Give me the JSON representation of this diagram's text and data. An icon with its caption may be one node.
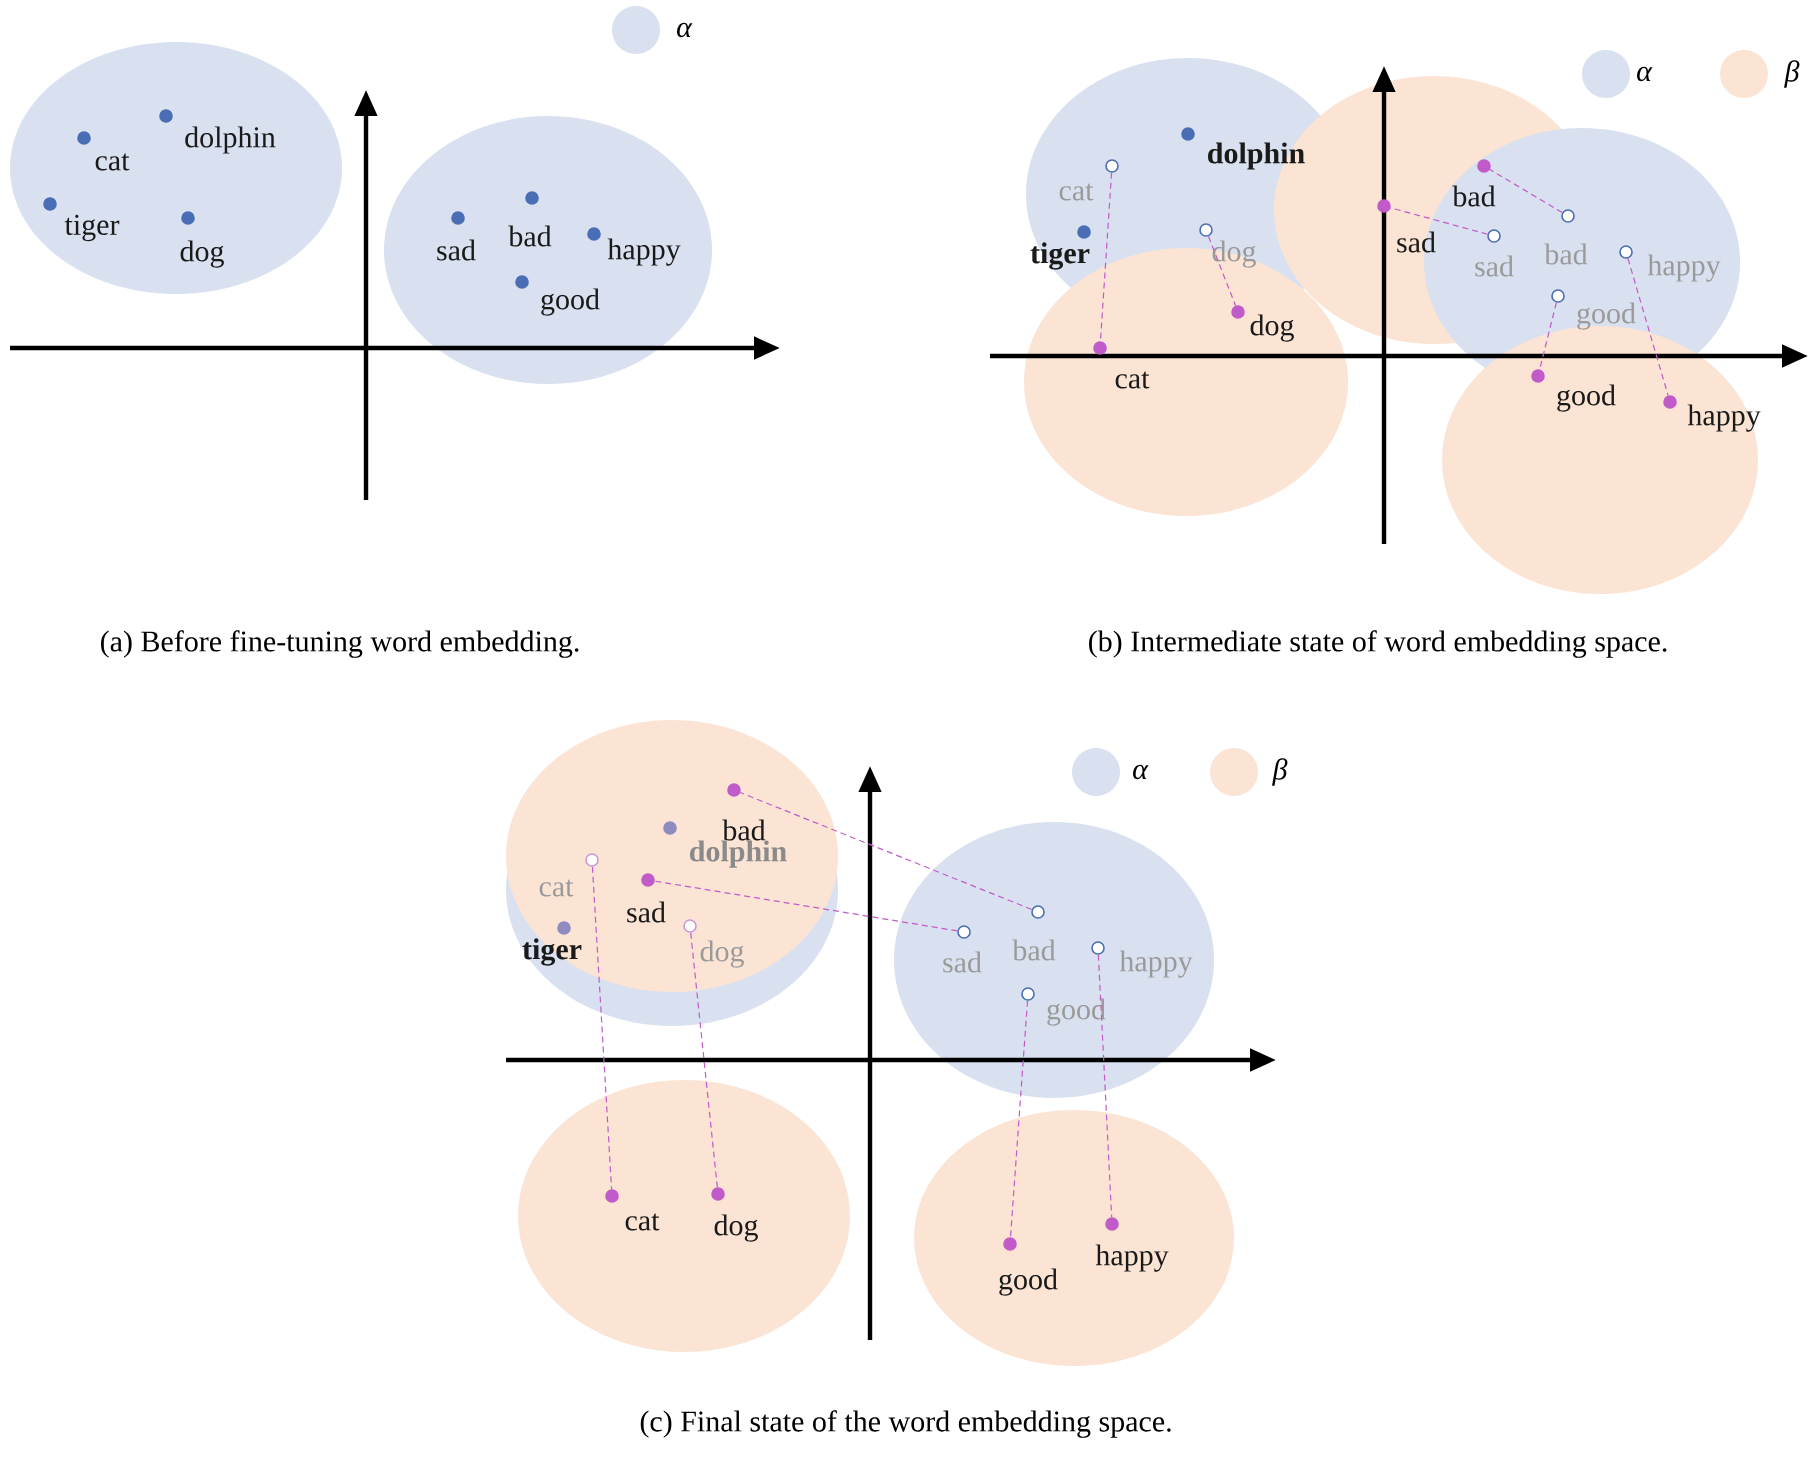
{
  "diagram": {
    "nodes": [
      {
        "text": [
          "cat"
        ]
      },
      {
        "text": [
          "dolphin"
        ]
      },
      {
        "text": [
          "tiger"
        ]
      },
      {
        "text": [
          "dog"
        ]
      },
      {
        "text": [
          "sad"
        ]
      },
      {
        "text": [
          "bad"
        ]
      },
      {
        "text": [
          "happy"
        ]
      },
      {
        "text": [
          "good"
        ]
      },
      {
        "text": [
          "dolphin"
        ]
      },
      {
        "text": [
          "cat"
        ]
      },
      {
        "text": [
          "tiger"
        ]
      },
      {
        "text": [
          "dog"
        ]
      },
      {
        "text": [
          "dog"
        ]
      },
      {
        "text": [
          "cat"
        ]
      },
      {
        "text": [
          "sad"
        ]
      },
      {
        "text": [
          "bad"
        ]
      },
      {
        "text": [
          "sad"
        ]
      },
      {
        "text": [
          "bad"
        ]
      },
      {
        "text": [
          "happy"
        ]
      },
      {
        "text": [
          "good"
        ]
      },
      {
        "text": [
          "good"
        ]
      },
      {
        "text": [
          "happy"
        ]
      },
      {
        "text": [
          "bad"
        ]
      },
      {
        "text": [
          "dolphin"
        ]
      },
      {
        "text": [
          "cat"
        ]
      },
      {
        "text": [
          "sad"
        ]
      },
      {
        "text": [
          "tiger"
        ]
      },
      {
        "text": [
          "dog"
        ]
      },
      {
        "text": [
          "sad"
        ]
      },
      {
        "text": [
          "bad"
        ]
      },
      {
        "text": [
          "happy"
        ]
      },
      {
        "text": [
          "good"
        ]
      },
      {
        "text": [
          "cat"
        ]
      },
      {
        "text": [
          "dog"
        ]
      },
      {
        "text": [
          "good"
        ]
      },
      {
        "text": [
          "happy"
        ]
      }
    ],
    "edges": [
      {
        "from": 9,
        "to": 13,
        "arrow": "none"
      },
      {
        "from": 11,
        "to": 12,
        "arrow": "none"
      },
      {
        "from": 16,
        "to": 14,
        "arrow": "none"
      },
      {
        "from": 17,
        "to": 15,
        "arrow": "none"
      },
      {
        "from": 19,
        "to": 20,
        "arrow": "none"
      },
      {
        "from": 18,
        "to": 21,
        "arrow": "none"
      },
      {
        "from": 24,
        "to": 32,
        "arrow": "none"
      },
      {
        "from": 27,
        "to": 33,
        "arrow": "none"
      },
      {
        "from": 28,
        "to": 25,
        "arrow": "none"
      },
      {
        "from": 29,
        "to": 22,
        "arrow": "none"
      },
      {
        "from": 31,
        "to": 34,
        "arrow": "none"
      },
      {
        "from": 30,
        "to": 35,
        "arrow": "none"
      }
    ],
    "labels": [
      "(a) Before fine-tuning word embedding.",
      "(b) Intermediate state of word embedding space.",
      "(c) Final state of the word embedding space."
    ],
    "legend": [
      {
        "text": "α",
        "color": "#d9e0ef"
      },
      {
        "text": "α",
        "color": "#d9e0ef"
      },
      {
        "text": "β",
        "color": "#fbe4d4"
      },
      {
        "text": "α",
        "color": "#d9e0ef"
      },
      {
        "text": "β",
        "color": "#fbe4d4"
      }
    ]
  }
}
